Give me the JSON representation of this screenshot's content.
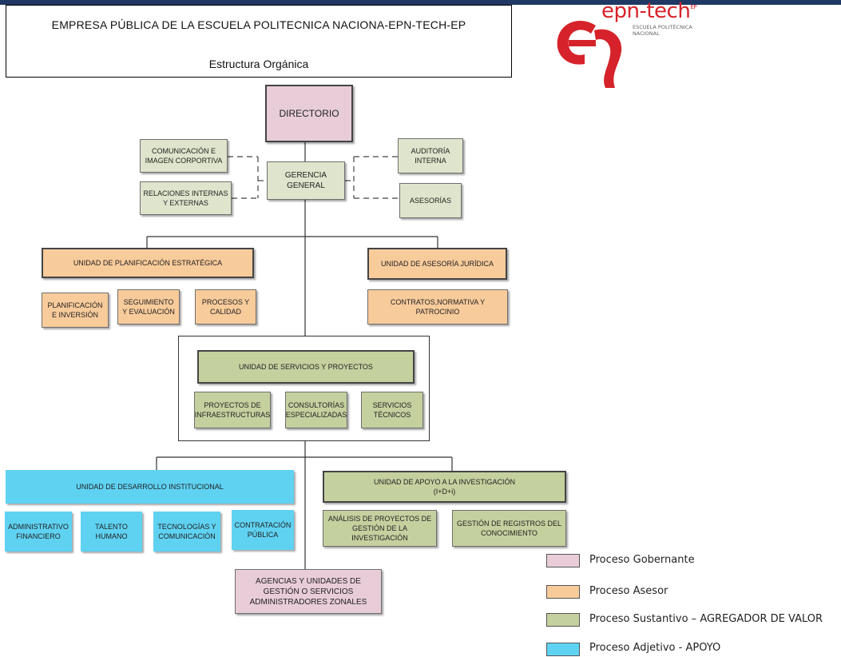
{
  "header": {
    "title": "EMPRESA PÚBLICA DE LA ESCUELA POLITECNICA NACIONA-EPN-TECH-EP",
    "subtitle": "Estructura Orgánica"
  },
  "logo": {
    "brand": "epn-tech",
    "suffix": "EP",
    "line1": "ESCUELA POLITÉCNICA",
    "line2": "NACIONAL",
    "color": "#d6222a"
  },
  "org": {
    "directorio": "DIRECTORIO",
    "gerencia": "GERENCIA\nGENERAL",
    "comunicacion": "COMUNICACIÓN E\nIMAGEN CORPORTIVA",
    "relaciones": "RELACIONES INTERNAS\nY EXTERNAS",
    "auditoria": "AUDITORÍA\nINTERNA",
    "asesorias": "ASESORÍAS",
    "planificacion_estrategica": "UNIDAD DE PLANIFICACIÓN ESTRATÉGICA",
    "planificacion_inversion": "PLANIFICACIÓN\nE INVERSIÓN",
    "seguimiento": "SEGUIMIENTO\nY EVALUACIÓN",
    "procesos_calidad": "PROCESOS Y\nCALIDAD",
    "asesoria_juridica": "UNIDAD DE ASESORÍA JURÍDICA",
    "contratos": "CONTRATOS,NORMATIVA Y\nPATROCINIO",
    "servicios_proyectos": "UNIDAD DE SERVICIOS Y PROYECTOS",
    "proyectos_infra": "PROYECTOS DE\nINFRAESTRUCTURAS",
    "consultorias": "CONSULTORÍAS\nESPECIALIZADAS",
    "servicios_tecnicos": "SERVICIOS\nTÉCNICOS",
    "desarrollo_institucional": "UNIDAD DE DESARROLLO INSTITUCIONAL",
    "administrativo": "ADMINISTRATIVO\nFINANCIERO",
    "talento": "TALENTO\nHUMANO",
    "tecnologias": "TECNOLOGÍAS Y\nCOMUNICACIÓN",
    "contratacion": "CONTRATACIÓN\nPÚBLICA",
    "apoyo_investigacion": "UNIDAD DE APOYO A LA  INVESTIGACIÓN\n(I+D+i)",
    "analisis_proyectos": "ANÁLISIS DE PROYECTOS DE\nGESTIÓN DE LA\nINVESTIGACIÓN",
    "gestion_registros": "GESTIÓN DE REGISTROS DEL\nCONOCIMIENTO",
    "agencias": "AGENCIAS Y UNIDADES DE\nGESTIÓN O SERVICIOS\nADMINISTRADORES ZONALES"
  },
  "legend": [
    {
      "label": "Proceso Gobernante",
      "color": "#e8cdd8"
    },
    {
      "label": "Proceso Asesor",
      "color": "#f8cb9b"
    },
    {
      "label": "Proceso Sustantivo – AGREGADOR DE VALOR",
      "color": "#c5d09f"
    },
    {
      "label": "Proceso Adjetivo - APOYO",
      "color": "#5fd2f2"
    }
  ]
}
